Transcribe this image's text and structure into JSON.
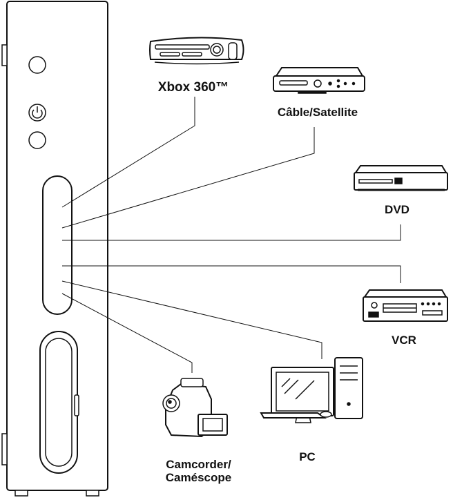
{
  "devices": {
    "xbox": {
      "label": "Xbox 360™"
    },
    "cable": {
      "label": "Câble/Satellite"
    },
    "dvd": {
      "label": "DVD"
    },
    "vcr": {
      "label": "VCR"
    },
    "pc": {
      "label": "PC"
    },
    "camcorder": {
      "label_line1": "Camcorder/",
      "label_line2": "Caméscope"
    }
  },
  "colors": {
    "stroke": "#111111",
    "fill": "#ffffff"
  },
  "icons": [
    "hub-console",
    "xbox-icon",
    "cable-box-icon",
    "dvd-player-icon",
    "vcr-icon",
    "pc-icon",
    "camcorder-icon"
  ]
}
